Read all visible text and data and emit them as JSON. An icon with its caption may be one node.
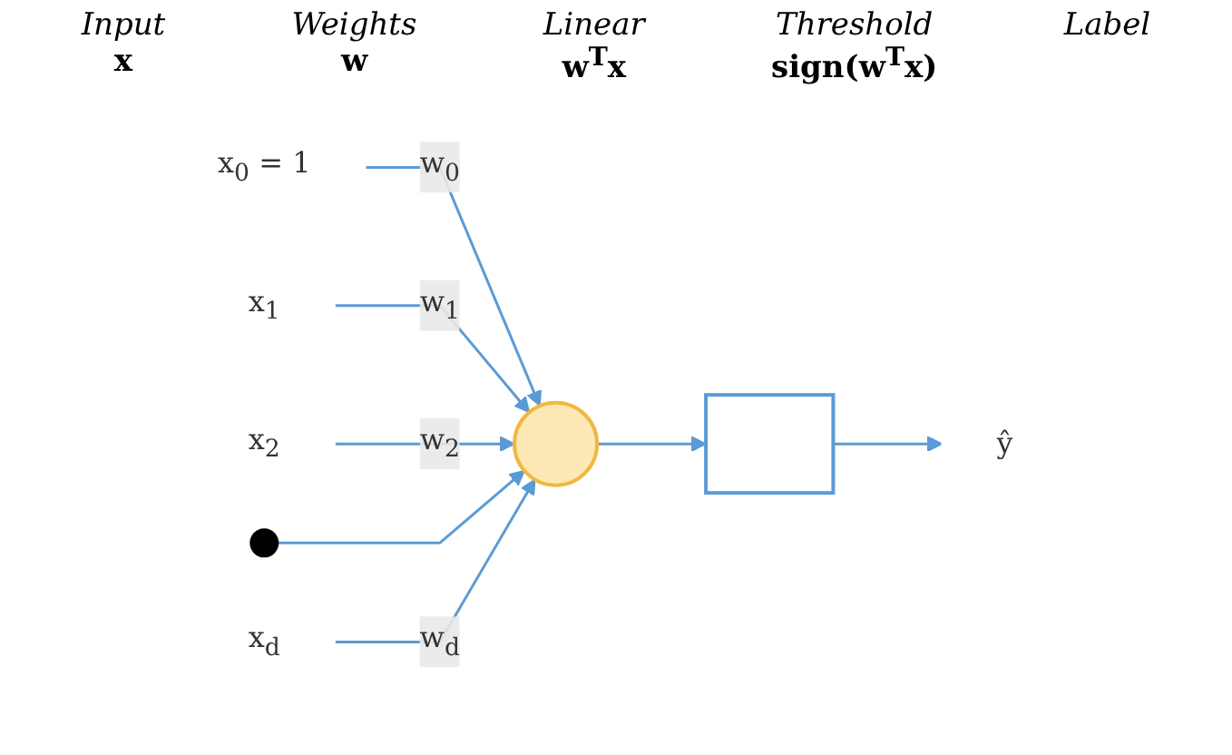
{
  "diagram": {
    "nodes": [
      {
        "text": [
          "x$_{0}$ = 1"
        ]
      },
      {
        "text": [
          "x$_{1}$"
        ]
      },
      {
        "text": [
          "x$_{2}$"
        ]
      },
      {
        "text": [],
        "shape": "circle"
      },
      {
        "text": [
          "x$_{d}$"
        ]
      },
      {
        "text": [],
        "shape": "circle"
      },
      {
        "text": [],
        "shape": "picture"
      },
      {
        "text": [
          "ŷ"
        ]
      }
    ],
    "edges": [
      {
        "from": 0,
        "to": 5,
        "arrow": "to",
        "label": "w$_{0}$"
      },
      {
        "from": 1,
        "to": 5,
        "arrow": "to",
        "label": "w$_{1}$"
      },
      {
        "from": 2,
        "to": 5,
        "arrow": "to",
        "label": "w$_{2}$"
      },
      {
        "from": 3,
        "to": 5,
        "arrow": "to"
      },
      {
        "from": 4,
        "to": 5,
        "arrow": "to",
        "label": "w$_{d}$"
      },
      {
        "from": 5,
        "to": 6,
        "arrow": "to"
      },
      {
        "from": 6,
        "to": 7,
        "arrow": "to"
      }
    ],
    "labels": [
      "Input",
      "x",
      "Weights",
      "w",
      "Linear",
      "w$^{T}$x",
      "Threshold",
      "sign(w$^{T}$x)",
      "Label"
    ]
  }
}
